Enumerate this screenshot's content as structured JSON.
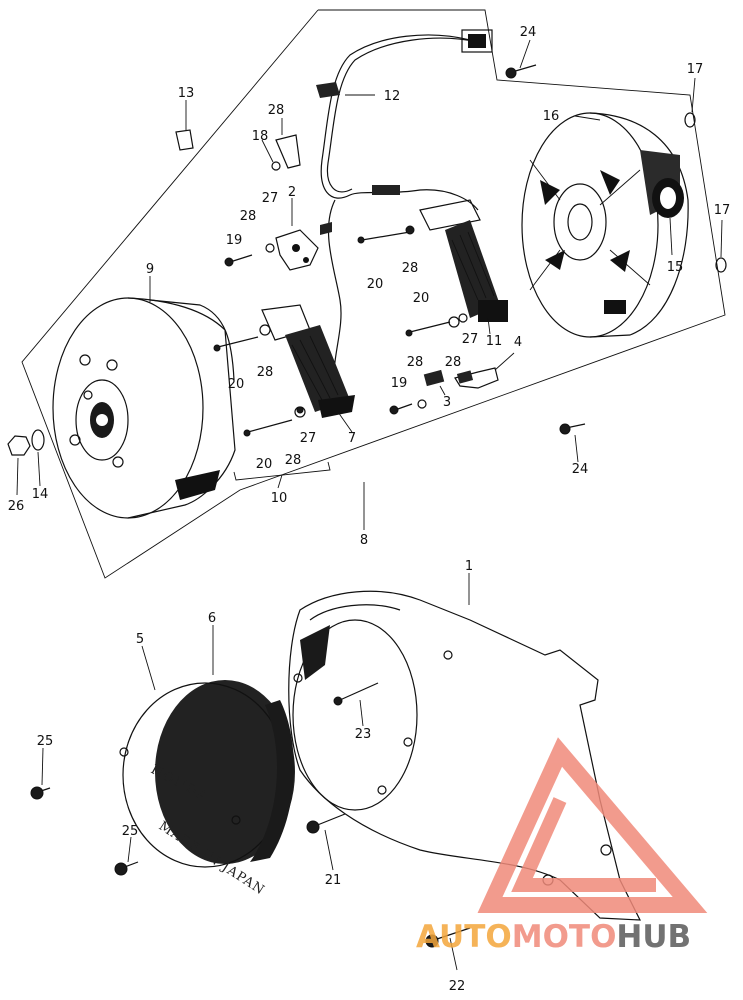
{
  "diagram": {
    "callouts": [
      "1",
      "2",
      "3",
      "4",
      "5",
      "6",
      "7",
      "8",
      "9",
      "10",
      "11",
      "12",
      "13",
      "14",
      "15",
      "16",
      "17",
      "17",
      "18",
      "19",
      "19",
      "20",
      "20",
      "20",
      "20",
      "20",
      "21",
      "22",
      "23",
      "24",
      "24",
      "25",
      "25",
      "26",
      "27",
      "27",
      "27",
      "28",
      "28",
      "28",
      "28",
      "28",
      "28",
      "28"
    ],
    "cover_text": {
      "brand": "HONDA",
      "origin": "MADE IN JAPAN"
    },
    "watermark": {
      "part1": "AUTO",
      "part2": "MOTO",
      "part3": "HUB",
      "color_a": "#f4a63c",
      "color_b": "#f08a7a",
      "color_c": "#5a5a5a"
    }
  }
}
